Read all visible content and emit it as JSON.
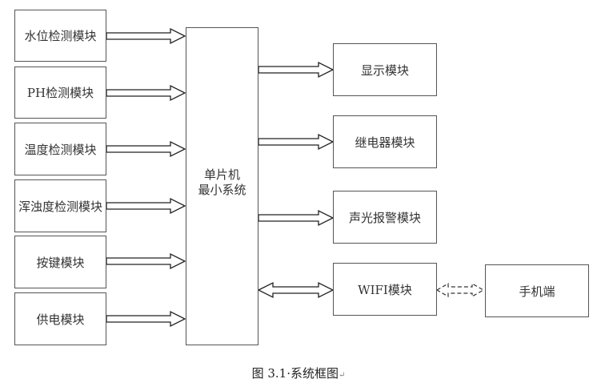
{
  "diagram": {
    "inputs": [
      {
        "label": "水位检测模块"
      },
      {
        "label": "PH检测模块"
      },
      {
        "label": "温度检测模块"
      },
      {
        "label": "浑浊度检测模块"
      },
      {
        "label": "按键模块"
      },
      {
        "label": "供电模块"
      }
    ],
    "center": {
      "line1": "单片机",
      "line2": "最小系统"
    },
    "outputs": [
      {
        "label": "显示模块"
      },
      {
        "label": "继电器模块"
      },
      {
        "label": "声光报警模块"
      },
      {
        "label": "WIFI模块"
      }
    ],
    "remote": {
      "label": "手机端"
    },
    "connections": [
      {
        "from": "水位检测模块",
        "to": "单片机最小系统",
        "style": "hollow-arrow"
      },
      {
        "from": "PH检测模块",
        "to": "单片机最小系统",
        "style": "hollow-arrow"
      },
      {
        "from": "温度检测模块",
        "to": "单片机最小系统",
        "style": "hollow-arrow"
      },
      {
        "from": "浑浊度检测模块",
        "to": "单片机最小系统",
        "style": "hollow-arrow"
      },
      {
        "from": "按键模块",
        "to": "单片机最小系统",
        "style": "hollow-arrow"
      },
      {
        "from": "供电模块",
        "to": "单片机最小系统",
        "style": "hollow-arrow"
      },
      {
        "from": "单片机最小系统",
        "to": "显示模块",
        "style": "hollow-arrow"
      },
      {
        "from": "单片机最小系统",
        "to": "继电器模块",
        "style": "hollow-arrow"
      },
      {
        "from": "单片机最小系统",
        "to": "声光报警模块",
        "style": "hollow-arrow"
      },
      {
        "from": "单片机最小系统",
        "to": "WIFI模块",
        "style": "bidirectional-hollow-arrow"
      },
      {
        "from": "WIFI模块",
        "to": "手机端",
        "style": "bidirectional-dashed-arrow"
      }
    ]
  },
  "caption": {
    "text": "图 3.1·系统框图",
    "mark": "↵"
  }
}
